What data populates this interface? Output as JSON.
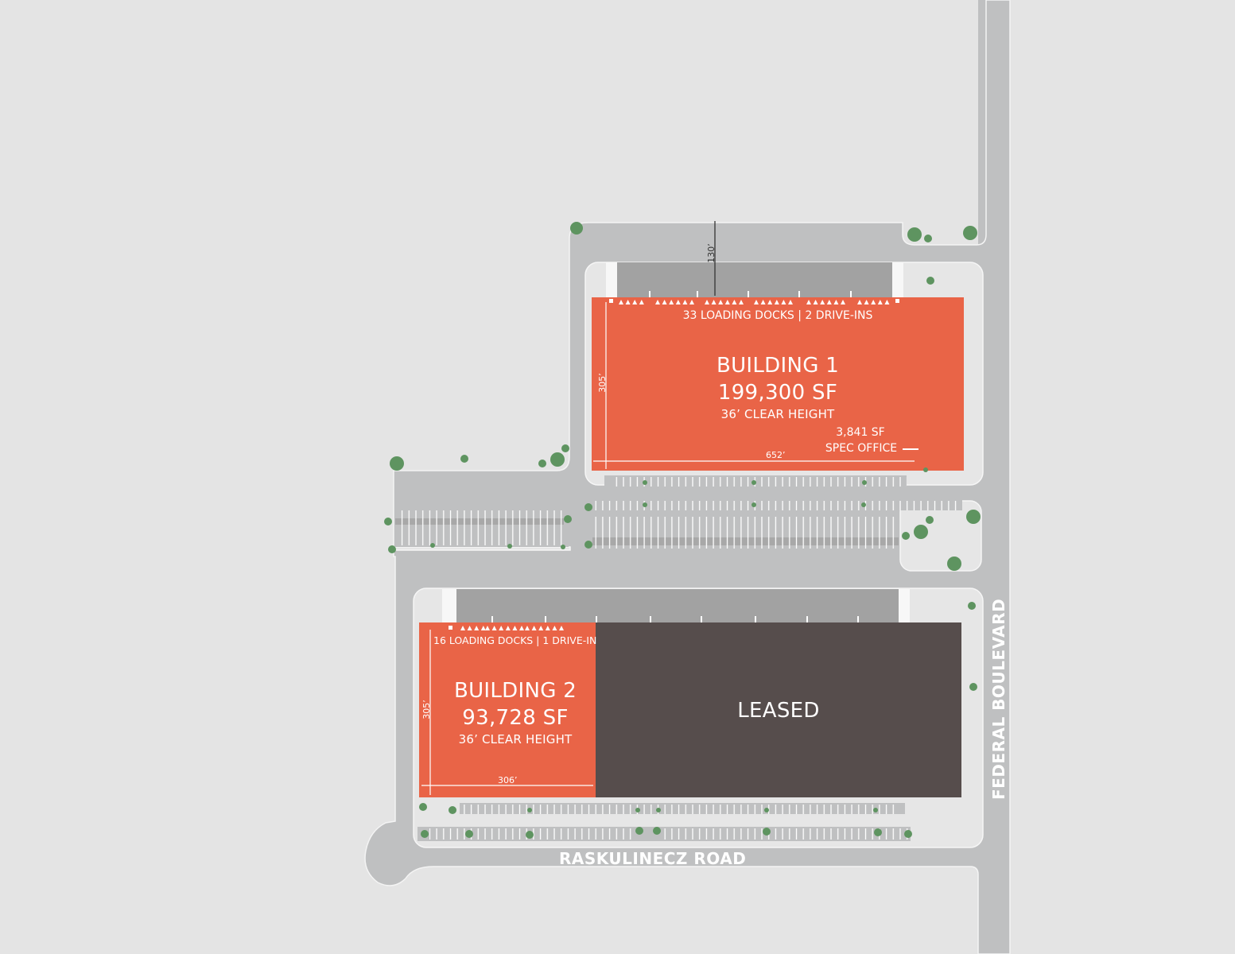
{
  "colors": {
    "background": "#e4e4e4",
    "road": "#bfc0c1",
    "pad": "#e6e6e6",
    "truck_court": "#a2a2a2",
    "available": "#e96447",
    "leased": "#564d4c",
    "tree": "#5e9460"
  },
  "building1": {
    "docks_label": "33 LOADING DOCKS | 2 DRIVE-INS",
    "title": "BUILDING 1",
    "area": "199,300 SF",
    "clear_height": "36’ CLEAR HEIGHT",
    "office_area": "3,841 SF",
    "office_label": "SPEC OFFICE",
    "depth_dim": "305’",
    "width_dim": "652’",
    "truck_court_dim": "130’"
  },
  "building2": {
    "docks_label": "16 LOADING DOCKS  | 1 DRIVE-IN",
    "title": "BUILDING 2",
    "area": "93,728 SF",
    "clear_height": "36’ CLEAR HEIGHT",
    "depth_dim": "305’",
    "width_dim": "306’"
  },
  "leased": {
    "label": "LEASED"
  },
  "roads": {
    "east": "FEDERAL BOULEVARD",
    "south": "RASKULINECZ ROAD"
  }
}
